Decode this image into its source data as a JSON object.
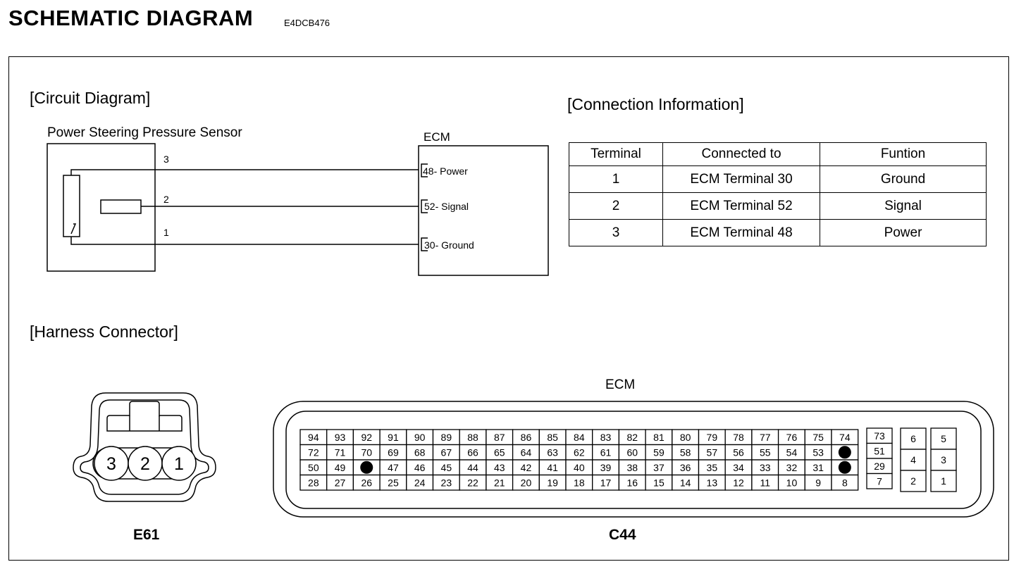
{
  "header": {
    "title": "SCHEMATIC DIAGRAM",
    "code": "E4DCB476"
  },
  "circuit": {
    "section_title": "[Circuit Diagram]",
    "sensor_label": "Power Steering Pressure Sensor",
    "ecm_label": "ECM",
    "wires": [
      {
        "num": "3",
        "ecm_pin": "48- Power"
      },
      {
        "num": "2",
        "ecm_pin": "52- Signal"
      },
      {
        "num": "1",
        "ecm_pin": "30- Ground"
      }
    ]
  },
  "connection": {
    "section_title": "[Connection Information]",
    "headers": [
      "Terminal",
      "Connected to",
      "Funtion"
    ],
    "rows": [
      [
        "1",
        "ECM Terminal 30",
        "Ground"
      ],
      [
        "2",
        "ECM Terminal 52",
        "Signal"
      ],
      [
        "3",
        "ECM Terminal 48",
        "Power"
      ]
    ]
  },
  "harness": {
    "section_title": "[Harness Connector]",
    "e61": {
      "label": "E61",
      "pins": [
        "3",
        "2",
        "1"
      ]
    },
    "ecm": {
      "label": "ECM",
      "connector": "C44",
      "main_rows": [
        [
          "94",
          "93",
          "92",
          "91",
          "90",
          "89",
          "88",
          "87",
          "86",
          "85",
          "84",
          "83",
          "82",
          "81",
          "80",
          "79",
          "78",
          "77",
          "76",
          "75",
          "74"
        ],
        [
          "72",
          "71",
          "70",
          "69",
          "68",
          "67",
          "66",
          "65",
          "64",
          "63",
          "62",
          "61",
          "60",
          "59",
          "58",
          "57",
          "56",
          "55",
          "54",
          "53",
          "•"
        ],
        [
          "50",
          "49",
          "•",
          "47",
          "46",
          "45",
          "44",
          "43",
          "42",
          "41",
          "40",
          "39",
          "38",
          "37",
          "36",
          "35",
          "34",
          "33",
          "32",
          "31",
          "•"
        ],
        [
          "28",
          "27",
          "26",
          "25",
          "24",
          "23",
          "22",
          "21",
          "20",
          "19",
          "18",
          "17",
          "16",
          "15",
          "14",
          "13",
          "12",
          "11",
          "10",
          "9",
          "8"
        ]
      ],
      "side_col": [
        "73",
        "51",
        "29",
        "7"
      ],
      "block_a": [
        "6",
        "4",
        "2"
      ],
      "block_b": [
        "5",
        "3",
        "1"
      ]
    }
  }
}
